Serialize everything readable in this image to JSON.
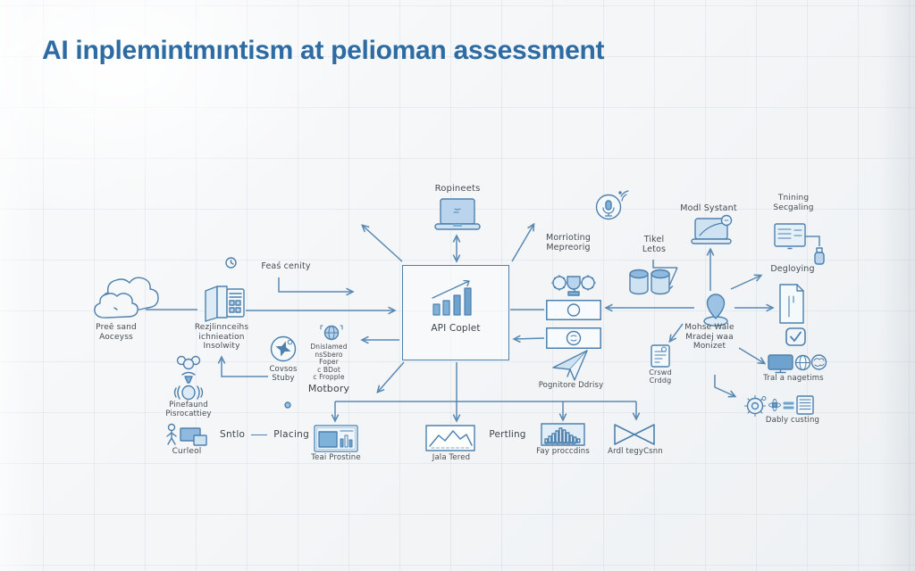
{
  "title": "AI inplemintmıntism at pelioman assessment",
  "colors": {
    "title": "#2d6ba3",
    "line": "#4e80ad",
    "icon_fill": "#b9d4ec",
    "label": "#464c52"
  },
  "center": {
    "requirements_label": "Ropineets",
    "api_label": "API Coplet"
  },
  "left": {
    "cloud_label": "Preē sand\nAoceyss",
    "building_label": "Rezjlinnceihs\nichnieation\nInsolwity",
    "feas_label": "Feaś cenity",
    "compass_label": "Covsos\nStuby",
    "audience_label": "Pinefaund\nPisrocattiey",
    "person_label": "Curleol",
    "studio_label": "Sntlo",
    "placing_label": "Placing",
    "notes_lines": "Dnislamed\nnsSbero\nFoper\nc BDot\nc Fropple",
    "notes_title": "Motbory"
  },
  "middle": {
    "monitoring_label": "Morrioting\nMepreorig",
    "tickets_label": "Tikel\nLetos",
    "plane_label": "Pognitore Ddrisy",
    "crowd_label": "Crswd\nCrddg"
  },
  "right": {
    "model_system_label": "Modl Systant",
    "training_label": "Tnining\nSecgaling",
    "deploying_label": "Degloying",
    "pin_label": "Mohse Wale\nMradej waa\nMonizet",
    "trial_label": "Tral a nagetims",
    "deploy_tools_label": "Dably custing"
  },
  "bottom": {
    "test_label": "Teai Prostine",
    "terrain_label": "Jala Tered",
    "pending_label": "Pertling",
    "histogram_label": "Fay proccdins",
    "bowtie_label": "Ardl tegyCsnn"
  }
}
